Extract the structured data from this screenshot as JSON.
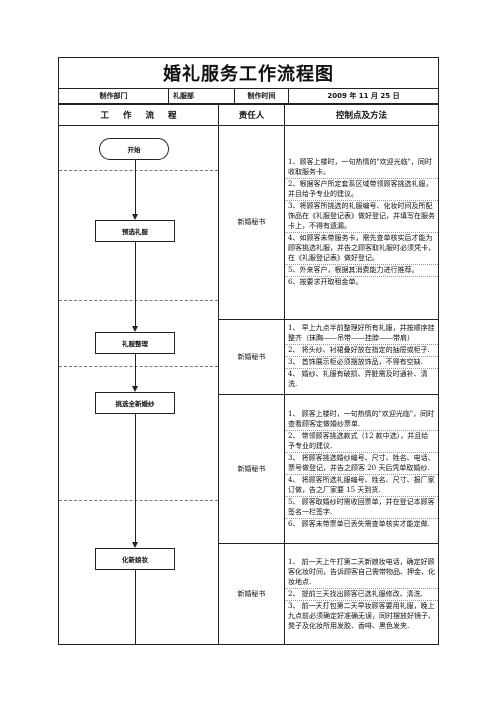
{
  "doc": {
    "title": "婚礼服务工作流程图",
    "meta": {
      "dept_label": "制作部门",
      "dept_value": "礼服部",
      "time_label": "制作时间",
      "time_value": "2009 年 11 月 25 日"
    },
    "headers": {
      "flow": "工作流程",
      "owner": "责任人",
      "control": "控制点及方法"
    },
    "start_label": "开始",
    "sections": [
      {
        "step": "预选礼服",
        "owner": "新婚秘书",
        "points": [
          "1、顾客上楼时，一句热情的\"欢迎光临\"，同时收取服务卡。",
          "2、根据客户所定套系区域带领顾客挑选礼服，并且给予专业的建议。",
          "3、将顾客所挑选的礼服编号、化妆时间及所配饰品在《礼服登记表》做好登记，并填写在服务卡上，不得有遗漏。",
          "4、如顾客未带服务卡，需先查单核实后才能为顾客挑选礼服，并告之顾客取礼服时必须凭卡，在《礼服登记表》做好登记。",
          "5、外来客户，根据其消费能力进行推荐。",
          "6、按要求开取租金单。"
        ]
      },
      {
        "step": "礼服整理",
        "owner": "新婚秘书",
        "points": [
          "1、 早上九点半前整理好所有礼服，并按顺序挂整齐（抹胸——吊带——挂脖——带肩）",
          "2、 将头纱、衬裙叠好放在指定的抽屉或柜子.",
          "3、 首饰展示柜必须摆放饰品，不得有空缺.",
          "4、 婚纱、礼服有破损、弄脏需及时通补、清洗."
        ]
      },
      {
        "step": "挑选全新婚纱",
        "owner": "新婚秘书",
        "points": [
          "1、 顾客上楼时，一句热情的\"欢迎光临\"，同时查看顾客定做婚纱票单.",
          "2、 带领顾客挑选款式（12 款中选），并且给予专业的建议.",
          "3、 将顾客挑选婚纱编号、尺寸、姓名、电话、票号做登记，并告之顾客 20 天后凭单取婚纱.",
          "4、 将顾客所选礼服编号、姓名、尺寸、报厂家订做，告之厂家要 15 天到货.",
          "5、 顾客取婚纱时需收回票单，并在登记本顾客签名一栏签字.",
          "6、 顾客未带票单已丢失需查单核实才能定做."
        ]
      },
      {
        "step": "化新娘妆",
        "owner": "新婚秘书",
        "points": [
          "1、 前一天上午打第二天新娘妆电话，确定好顾客化妆时间，告诉顾客自己需带物品、押金、化妆地点.",
          "2、 提前三天找出顾客已选礼服修改、清洗.",
          "3、 前一天打包第二天早妆顾客要用礼服，晚上九点前必须确定好准确无误，同时摆放好镜子、凳子及化妆所用发胶、香啡、黑色发夹."
        ]
      }
    ]
  }
}
